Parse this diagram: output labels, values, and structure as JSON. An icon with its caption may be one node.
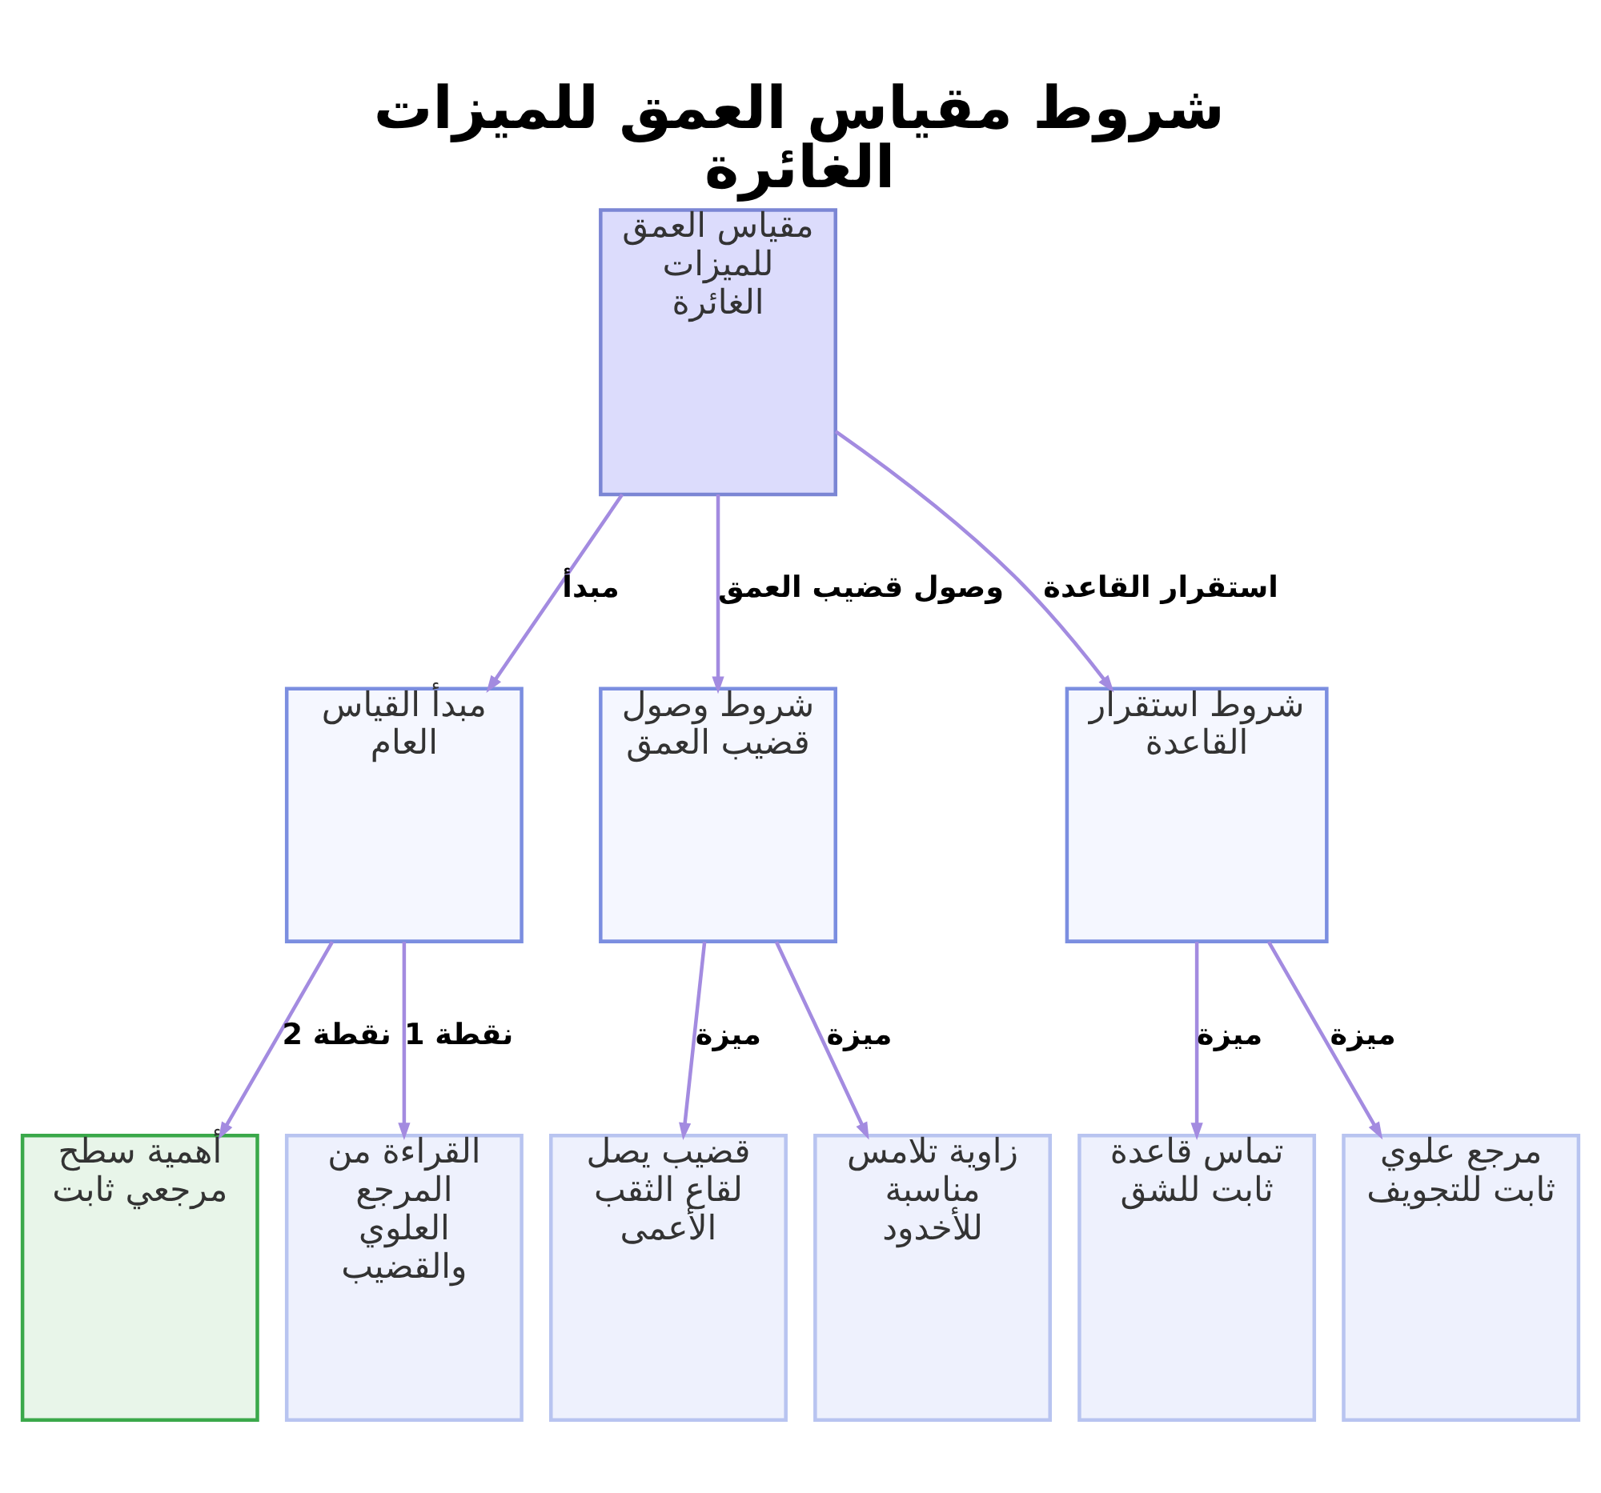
{
  "diagram": {
    "title": "شروط مقياس العمق للميزات الغائرة",
    "nodes": [
      {
        "text": [
          "مقياس العمق للميزات الغائرة"
        ]
      },
      {
        "text": [
          "مبدأ القياس العام"
        ]
      },
      {
        "text": [
          "شروط وصول قضيب العمق"
        ]
      },
      {
        "text": [
          "شروط استقرار القاعدة"
        ]
      },
      {
        "text": [
          "أهمية سطح مرجعي ثابت"
        ]
      },
      {
        "text": [
          "القراءة من المرجع العلوي والقضيب"
        ]
      },
      {
        "text": [
          "قضيب يصل لقاع الثقب الأعمى"
        ]
      },
      {
        "text": [
          "زاوية تلامس مناسبة للأخدود"
        ]
      },
      {
        "text": [
          "تماس قاعدة ثابت للشق"
        ]
      },
      {
        "text": [
          "مرجع علوي ثابت للتجويف"
        ]
      }
    ],
    "edges": [
      {
        "from": 0,
        "to": 1,
        "arrow": "to",
        "label": "مبدأ"
      },
      {
        "from": 0,
        "to": 2,
        "arrow": "to",
        "label": "وصول قضيب العمق"
      },
      {
        "from": 0,
        "to": 3,
        "arrow": "to",
        "label": "استقرار القاعدة"
      },
      {
        "from": 1,
        "to": 4,
        "arrow": "to",
        "label": "نقطة 2"
      },
      {
        "from": 1,
        "to": 5,
        "arrow": "to",
        "label": "نقطة 1"
      },
      {
        "from": 2,
        "to": 6,
        "arrow": "to",
        "label": "ميزة"
      },
      {
        "from": 2,
        "to": 7,
        "arrow": "to",
        "label": "ميزة"
      },
      {
        "from": 3,
        "to": 8,
        "arrow": "to",
        "label": "ميزة"
      },
      {
        "from": 3,
        "to": 9,
        "arrow": "to",
        "label": "ميزة"
      }
    ]
  }
}
